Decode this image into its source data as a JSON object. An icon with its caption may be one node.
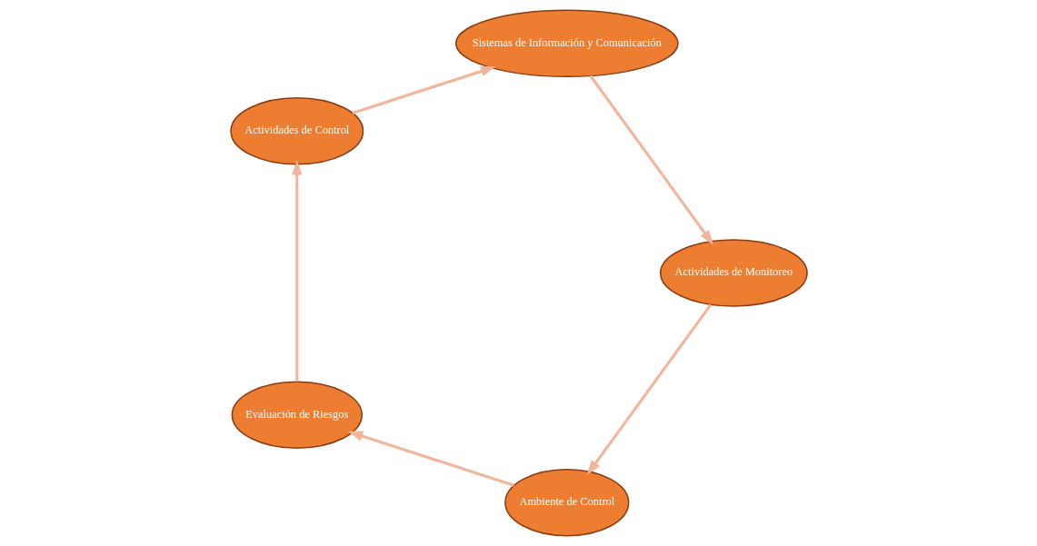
{
  "diagram": {
    "nodes": [
      {
        "text": [
          "Ambiente de Control"
        ]
      },
      {
        "text": [
          "Evaluación de Riesgos"
        ]
      },
      {
        "text": [
          "Actividades de Control"
        ]
      },
      {
        "text": [
          "Sistemas de Información y Comunicación"
        ]
      },
      {
        "text": [
          "Actividades de Monitoreo"
        ]
      }
    ],
    "edges": [
      {
        "from": 0,
        "to": 1,
        "arrow": "to"
      },
      {
        "from": 1,
        "to": 2,
        "arrow": "to"
      },
      {
        "from": 2,
        "to": 3,
        "arrow": "to"
      },
      {
        "from": 3,
        "to": 4,
        "arrow": "to"
      },
      {
        "from": 4,
        "to": 0,
        "arrow": "to"
      }
    ]
  }
}
